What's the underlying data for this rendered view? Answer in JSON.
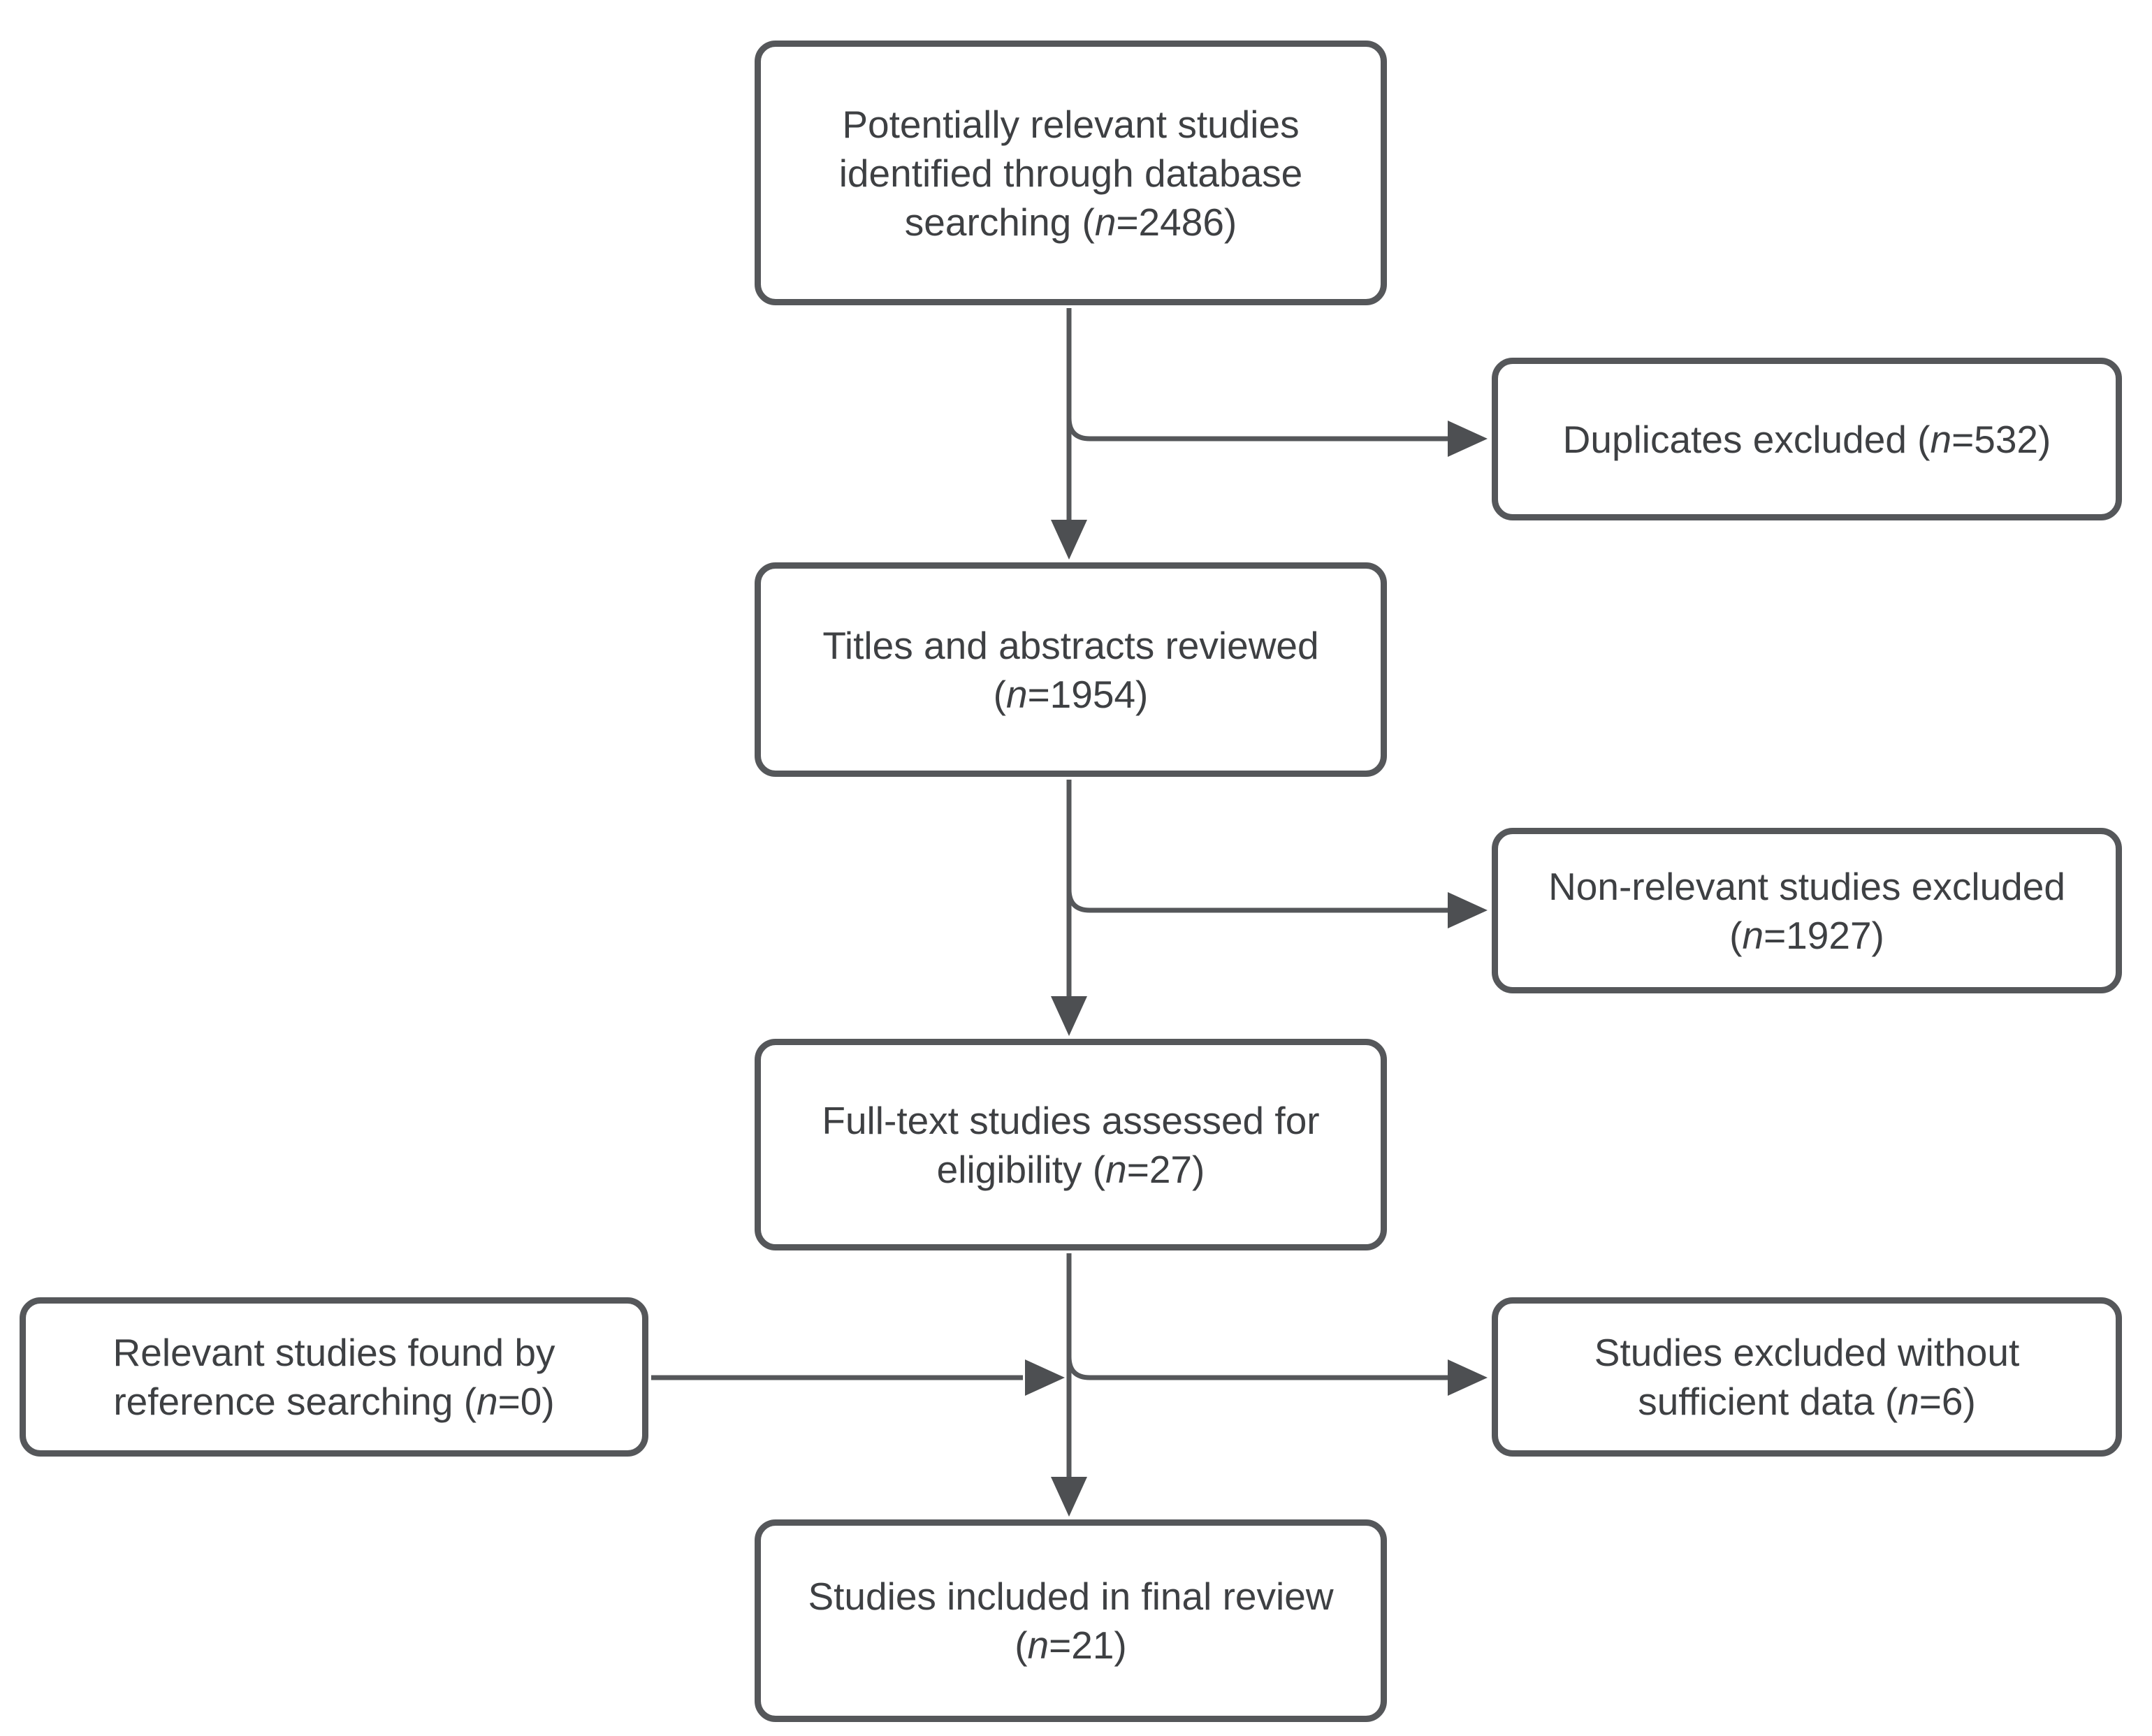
{
  "diagram": {
    "kind": "study-selection-flowchart",
    "colors": {
      "background": "#ffffff",
      "box_fill": "#ffffff",
      "box_border": "#55575a",
      "line": "#55575a",
      "arrowhead": "#4d4f52",
      "text": "#3e4043"
    },
    "nodes": [
      {
        "id": "identified",
        "prefix": "Potentially relevant studies identified through database searching (",
        "n": "n",
        "suffix": "=2486)",
        "value": 2486
      },
      {
        "id": "duplicates",
        "prefix": "Duplicates excluded (",
        "n": "n",
        "suffix": "=532)",
        "value": 532
      },
      {
        "id": "titles",
        "prefix": "Titles and abstracts reviewed (",
        "n": "n",
        "suffix": "=1954)",
        "value": 1954
      },
      {
        "id": "nonrelevant",
        "prefix": "Non-relevant studies excluded (",
        "n": "n",
        "suffix": "=1927)",
        "value": 1927
      },
      {
        "id": "fulltext",
        "prefix": "Full-text studies assessed for eligibility (",
        "n": "n",
        "suffix": "=27)",
        "value": 27
      },
      {
        "id": "reference",
        "prefix": "Relevant studies found by reference searching (",
        "n": "n",
        "suffix": "=0)",
        "value": 0
      },
      {
        "id": "excluded",
        "prefix": "Studies excluded without sufficient data (",
        "n": "n",
        "suffix": "=6)",
        "value": 6
      },
      {
        "id": "final",
        "prefix": "Studies included in final review (",
        "n": "n",
        "suffix": "=21)",
        "value": 21
      }
    ],
    "edges": [
      {
        "from": "identified",
        "to": "titles"
      },
      {
        "from": "identified",
        "to": "duplicates"
      },
      {
        "from": "titles",
        "to": "fulltext"
      },
      {
        "from": "titles",
        "to": "nonrelevant"
      },
      {
        "from": "fulltext",
        "to": "final"
      },
      {
        "from": "fulltext",
        "to": "excluded"
      },
      {
        "from": "reference",
        "to": "final"
      }
    ]
  }
}
